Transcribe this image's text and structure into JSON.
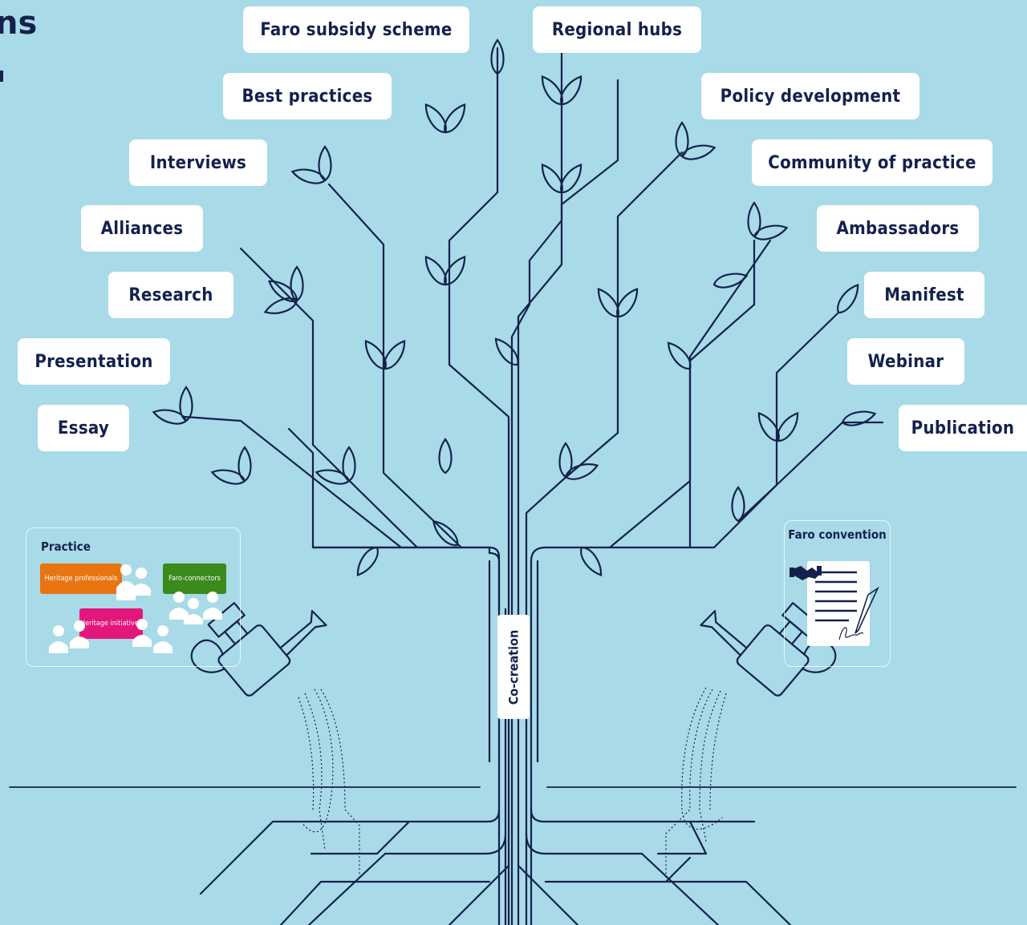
{
  "heading": "ns",
  "colors": {
    "background": "#a8dae8",
    "ink": "#14214d",
    "card": "#ffffff",
    "orange": "#e87511",
    "green": "#3a8a1c",
    "pink": "#e3177b"
  },
  "labels": {
    "faro_subsidy": "Faro subsidy scheme",
    "regional_hubs": "Regional hubs",
    "best_practices": "Best practices",
    "policy_development": "Policy development",
    "interviews": "Interviews",
    "community_of_practice": "Community of practice",
    "alliances": "Alliances",
    "ambassadors": "Ambassadors",
    "research": "Research",
    "manifest": "Manifest",
    "presentation": "Presentation",
    "webinar": "Webinar",
    "essay": "Essay",
    "publication": "Publication"
  },
  "trunk_label": "Co-creation",
  "practice_panel": {
    "title": "Practice",
    "tags": {
      "heritage_professionals": "Heritage professionals",
      "faro_connectors": "Faro-connectors",
      "heritage_initiatives": "Heritage initiatives"
    }
  },
  "convention_panel": {
    "title": "Faro convention"
  },
  "icons": [
    "watering-can-icon",
    "person-icon",
    "handshake-icon",
    "document-icon",
    "pen-icon",
    "leaf-icon"
  ]
}
